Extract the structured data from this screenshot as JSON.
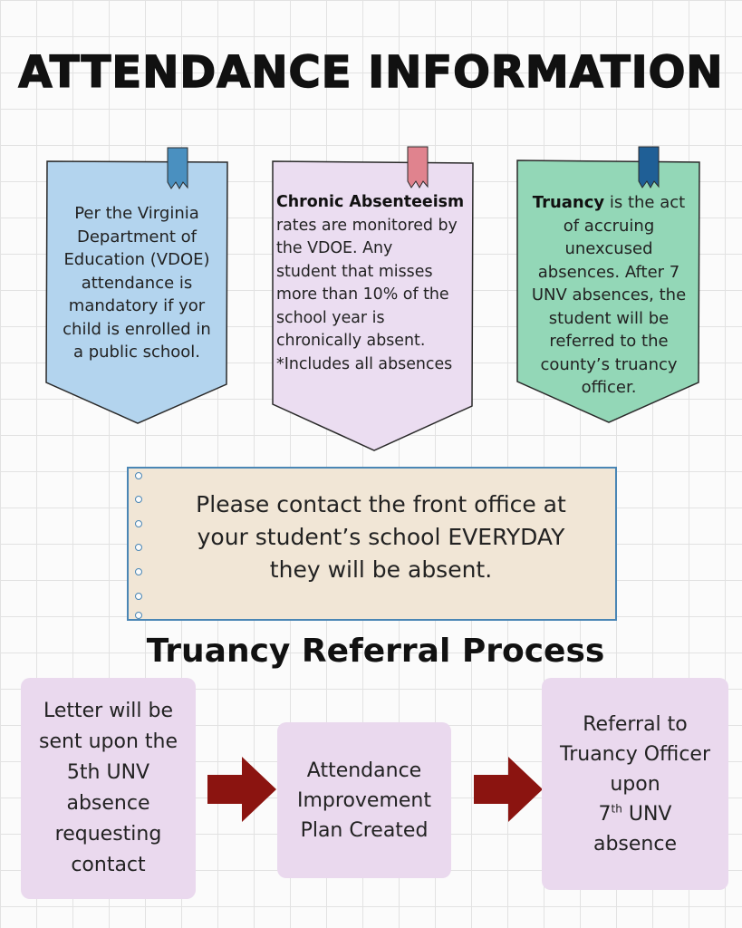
{
  "title": "ATTENDANCE INFORMATION",
  "banners": [
    {
      "color": "#b3d4ee",
      "ribbon": "#4a90c0",
      "lines": [
        "Per the Virginia",
        "Department of",
        "Education (VDOE)",
        "attendance is",
        "mandatory if yor",
        "child is enrolled in",
        "a public school."
      ]
    },
    {
      "color": "#ebddf1",
      "ribbon": "#e0838e",
      "bold": "Chronic Absenteeism",
      "lines": [
        "rates are monitored by",
        "the VDOE. Any",
        "student that misses",
        "more than 10% of the",
        "school year is",
        "chronically absent.",
        "*Includes all absences"
      ]
    },
    {
      "color": "#93d7b7",
      "ribbon": "#1f5f96",
      "bold": "Truancy",
      "first_line_rest": " is the act",
      "lines": [
        "of accruing",
        "unexcused",
        "absences. After 7",
        "UNV absences, the",
        "student will be",
        "referred to the",
        "county’s truancy",
        "officer."
      ]
    }
  ],
  "notice": {
    "lines": [
      "Please contact the front office at",
      "your student’s school EVERYDAY",
      "they will be absent."
    ]
  },
  "process": {
    "title": "Truancy Referral Process",
    "arrow_color": "#8b1410",
    "steps": [
      {
        "lines": [
          "Letter will be",
          "sent upon the",
          "5th UNV",
          "absence",
          "requesting",
          "contact"
        ]
      },
      {
        "lines": [
          "Attendance",
          "Improvement",
          "Plan Created"
        ]
      },
      {
        "lines_before": [
          "Referral to",
          "Truancy Officer",
          "upon"
        ],
        "ordinal_num": "7",
        "ordinal_suffix": "th",
        "ordinal_rest": " UNV",
        "lines_after": [
          "absence"
        ]
      }
    ]
  }
}
